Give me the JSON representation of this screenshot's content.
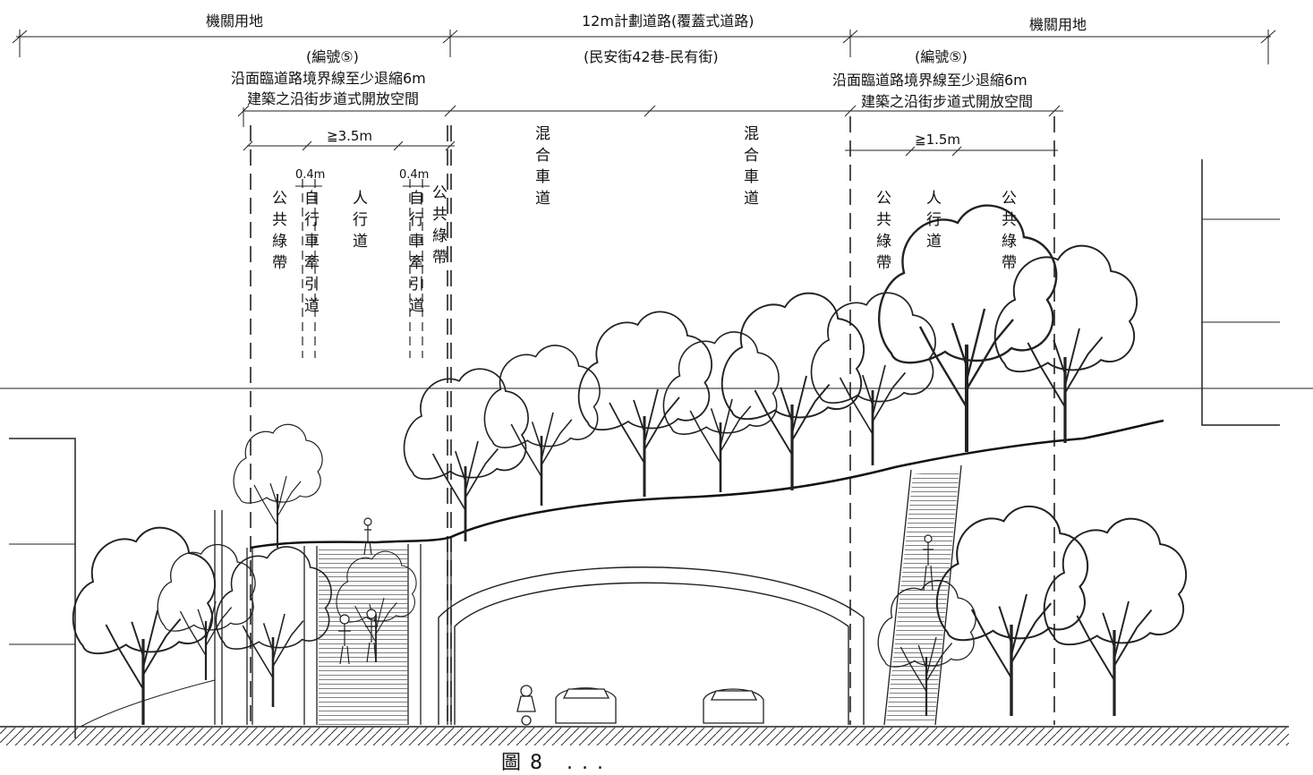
{
  "top": {
    "left_zone": "機關用地",
    "center_zone": "12m計劃道路(覆蓋式道路)",
    "right_zone": "機關用地"
  },
  "left_block": {
    "number": "(編號⑤)",
    "line1": "沿面臨道路境界線至少退縮6m",
    "line2": "建築之沿街步道式開放空間",
    "width_label": "≧3.5m",
    "dim_a": "0.4m",
    "dim_b": "0.4m",
    "col1": "公共綠帶",
    "col2": "自行車牽引道",
    "col3": "人行道",
    "col4": "自行車牽引道",
    "col5": "公共綠帶"
  },
  "center_block": {
    "street": "(民安街42巷-民有街)",
    "lane1": "混合車道",
    "lane2": "混合車道"
  },
  "right_block": {
    "number": "(編號⑤)",
    "line1": "沿面臨道路境界線至少退縮6m",
    "line2": "建築之沿街步道式開放空間",
    "width_label": "≧1.5m",
    "col1": "公共綠帶",
    "col2": "人行道",
    "col3": "公共綠帶"
  },
  "caption": "圖8 ..."
}
